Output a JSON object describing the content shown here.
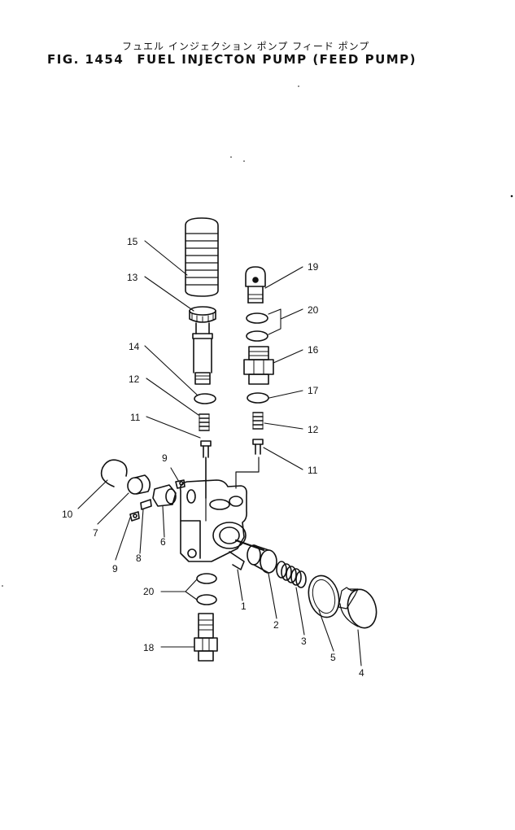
{
  "header": {
    "title_jp": "フュエル インジェクション ポンプ フィード ポンプ",
    "fig_number": "FIG. 1454",
    "title": "FUEL INJECTON PUMP (FEED PUMP)"
  },
  "callouts": {
    "p1": "1",
    "p2": "2",
    "p3": "3",
    "p4": "4",
    "p5": "5",
    "p6": "6",
    "p7": "7",
    "p8": "8",
    "p9a": "9",
    "p9b": "9",
    "p10": "10",
    "p11a": "11",
    "p11b": "11",
    "p12a": "12",
    "p12b": "12",
    "p13": "13",
    "p14": "14",
    "p15": "15",
    "p16": "16",
    "p17": "17",
    "p18": "18",
    "p19": "19",
    "p20a": "20",
    "p20b": "20"
  }
}
